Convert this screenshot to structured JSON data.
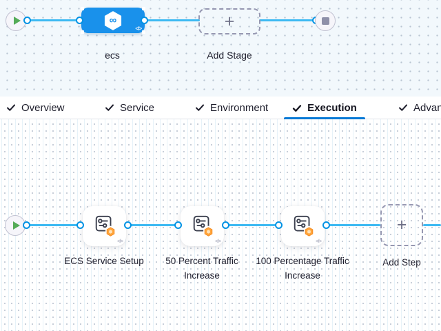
{
  "colors": {
    "edge_line": "#3cb9f2",
    "port_ring": "#0092e4",
    "stage_node_blue": "#1991eb",
    "active_tab_underline": "#0278d5",
    "play_green": "#55ab57",
    "stop_gray": "#8f90a9",
    "step_badge_orange": "#ffa53c"
  },
  "stage_canvas": {
    "stage": {
      "label": "ecs",
      "icon": "harness-cd-hexagon",
      "infinity_glyph": "∞",
      "code_glyph": "</>"
    },
    "add_stage": {
      "label": "Add Stage",
      "plus_glyph": "+"
    }
  },
  "tab_bar": {
    "tabs": [
      {
        "label": "Overview",
        "checked": true,
        "active": false
      },
      {
        "label": "Service",
        "checked": true,
        "active": false
      },
      {
        "label": "Environment",
        "checked": true,
        "active": false
      },
      {
        "label": "Execution",
        "checked": true,
        "active": true
      },
      {
        "label": "Advanced",
        "checked": true,
        "active": false
      }
    ]
  },
  "execution_canvas": {
    "steps": [
      {
        "label": "ECS Service Setup",
        "code_glyph": "</>"
      },
      {
        "label": "50 Percent Traffic Increase",
        "code_glyph": "</>"
      },
      {
        "label": "100 Percentage Traffic Increase",
        "code_glyph": "</>"
      }
    ],
    "add_step": {
      "label": "Add Step",
      "plus_glyph": "+"
    }
  }
}
